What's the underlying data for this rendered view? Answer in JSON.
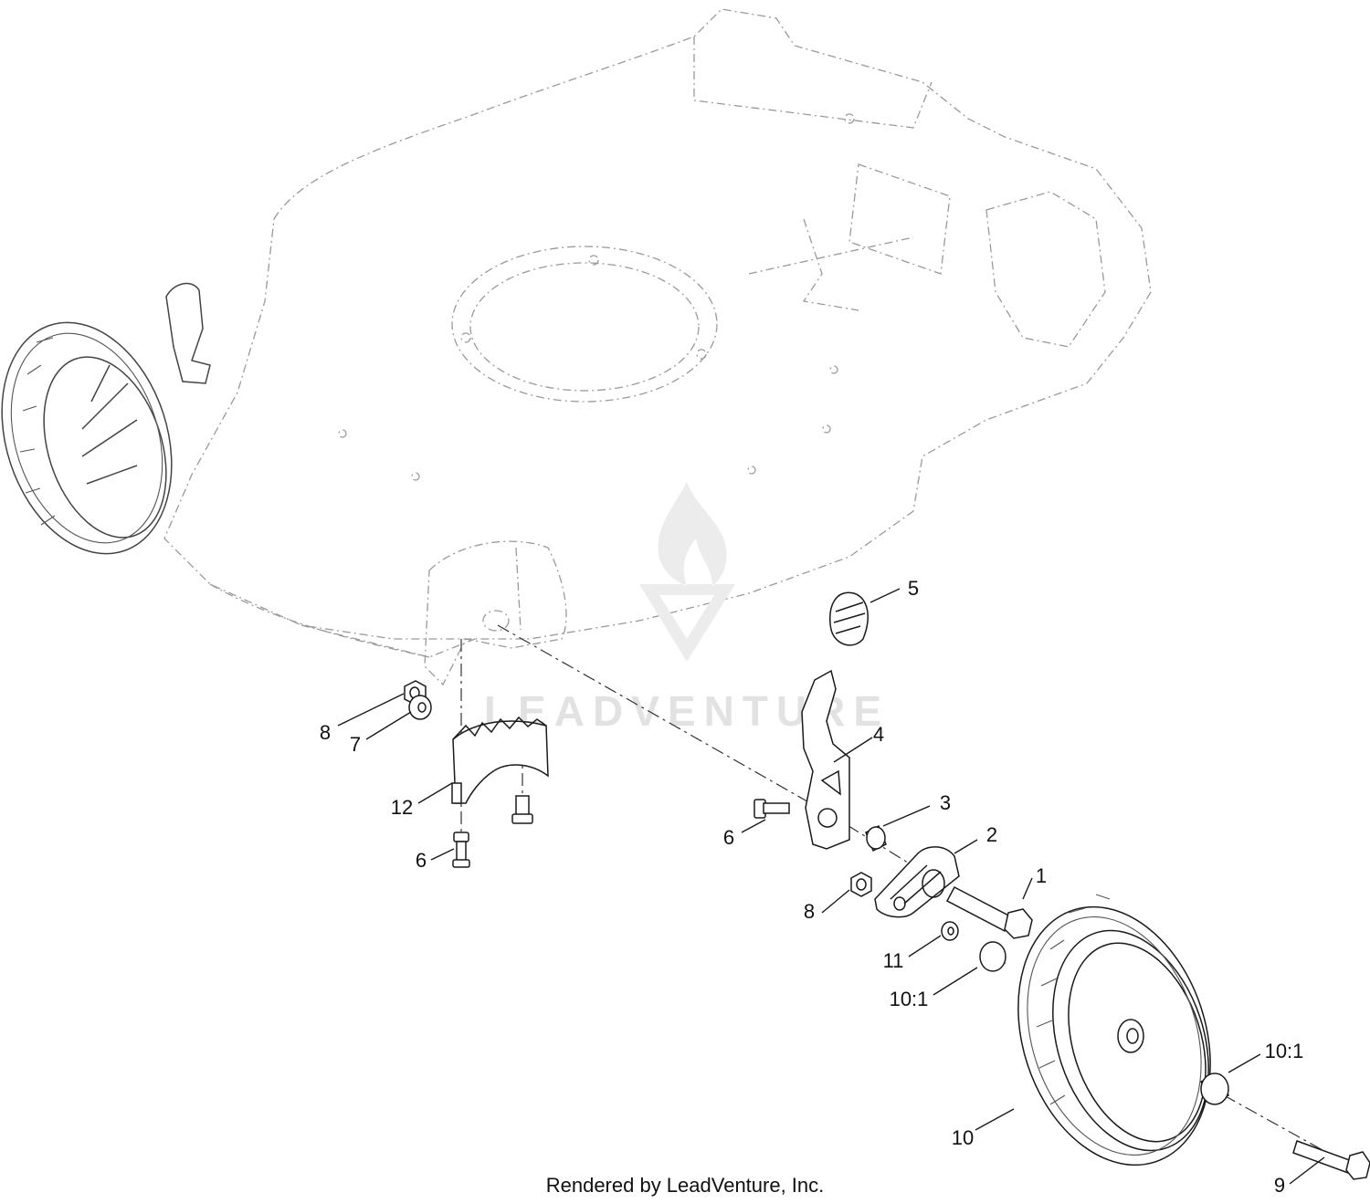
{
  "callouts": {
    "c1": "1",
    "c2": "2",
    "c3": "3",
    "c4": "4",
    "c5": "5",
    "c6a": "6",
    "c6b": "6",
    "c7": "7",
    "c8a": "8",
    "c8b": "8",
    "c9": "9",
    "c10": "10",
    "c10_1a": "10:1",
    "c10_1b": "10:1",
    "c11": "11",
    "c12": "12"
  },
  "watermark": {
    "text": "LEADVENTURE",
    "logo_icon": "flame-v-logo-icon"
  },
  "footer": {
    "credit": "Rendered by LeadVenture, Inc."
  },
  "colors": {
    "ink": "#111111",
    "ghost_line": "#9a9a9a",
    "watermark": "#e2e2e2"
  }
}
